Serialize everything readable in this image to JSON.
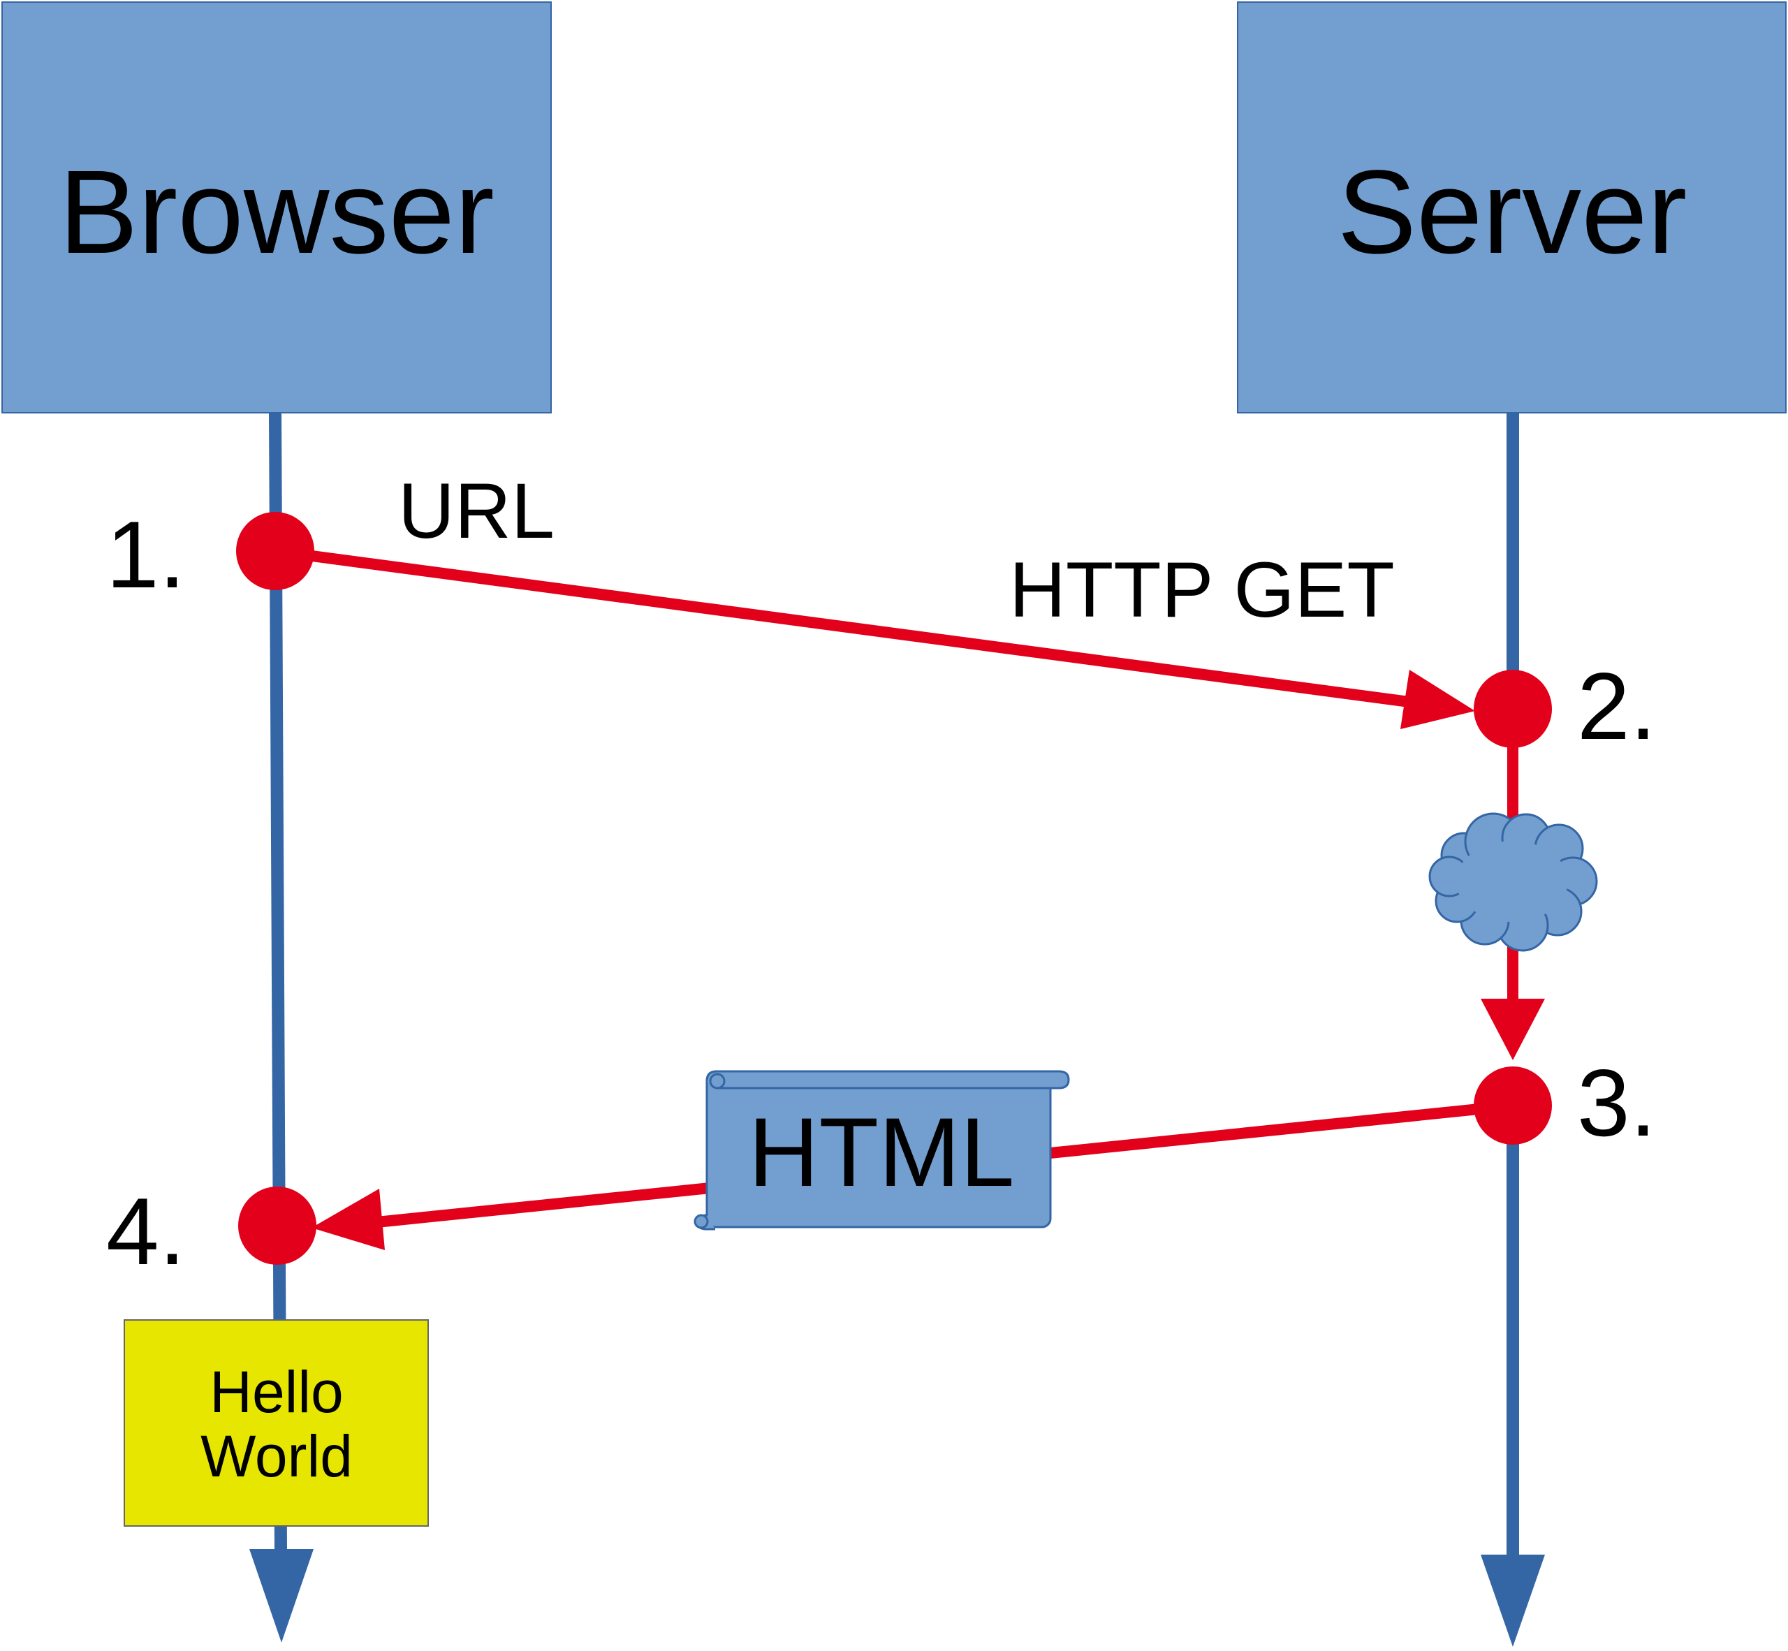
{
  "actors": {
    "browser": {
      "label": "Browser"
    },
    "server": {
      "label": "Server"
    }
  },
  "steps": [
    {
      "number": "1."
    },
    {
      "number": "2."
    },
    {
      "number": "3."
    },
    {
      "number": "4."
    }
  ],
  "messages": {
    "request": {
      "top_label": "URL",
      "bottom_label": "HTTP GET"
    },
    "response": {
      "label": "HTML"
    }
  },
  "output": {
    "line1": "Hello",
    "line2": "World"
  },
  "colors": {
    "box": "#729fcf",
    "lifeline": "#3465a4",
    "flow": "#e2001a",
    "output": "#e6e600"
  }
}
